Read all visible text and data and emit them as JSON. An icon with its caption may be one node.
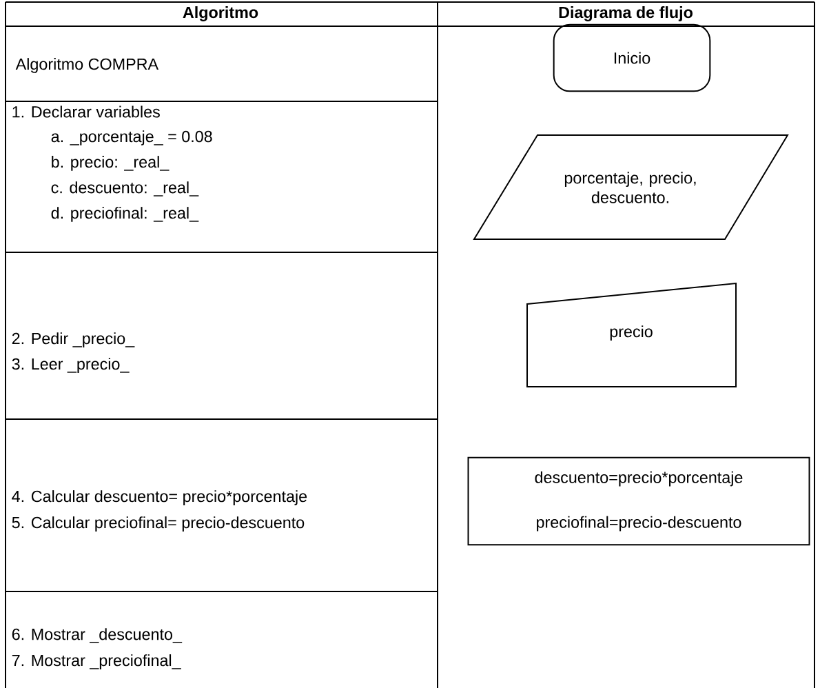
{
  "diagram": {
    "nodes": [
      {
        "text": [
          "Inicio"
        ]
      },
      {
        "text": [
          "porcentaje, precio, descuento."
        ]
      },
      {
        "text": [
          "precio"
        ]
      },
      {
        "text": [
          "descuento=precio*porcentaje",
          "preciofinal=precio-descuento"
        ]
      }
    ],
    "labels": [
      "Algoritmo",
      "Diagrama de flujo",
      "Algoritmo COMPRA",
      "1. Declarar variables",
      "a. _porcentaje_ = 0.08",
      "b. precio: _real_",
      "c. descuento: _real_",
      "d. preciofinal: _real_",
      "2. Pedir _precio_",
      "3. Leer _precio_",
      "4. Calcular descuento= precio*porcentaje",
      "5. Calcular preciofinal= precio-descuento",
      "6. Mostrar _descuento_",
      "7. Mostrar _preciofinal_"
    ]
  }
}
